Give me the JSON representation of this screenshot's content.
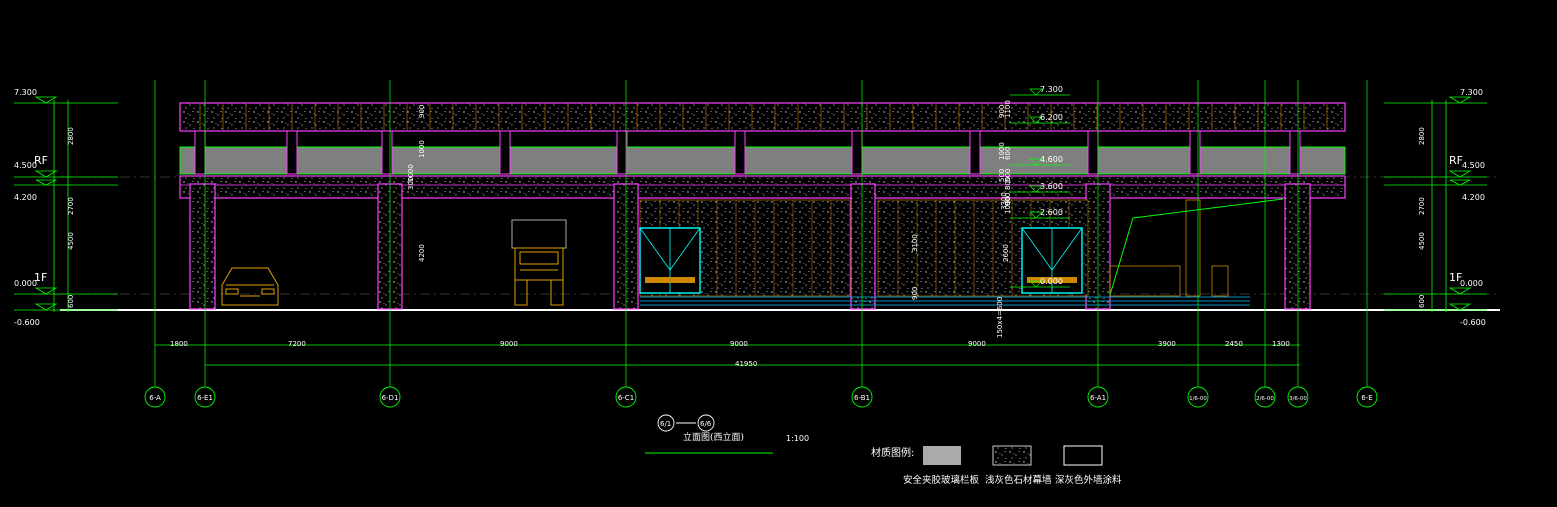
{
  "title": {
    "axes_tag_left": "6/1",
    "axes_tag_right": "6/6",
    "name": "立面图(西立面)",
    "scale": "1:100"
  },
  "levels_left": [
    {
      "value": "7.300"
    },
    {
      "value": "RF"
    },
    {
      "value": "4.500"
    },
    {
      "value": "4.200"
    },
    {
      "value": "1F"
    },
    {
      "value": "0.000"
    },
    {
      "value": "-0.600"
    }
  ],
  "levels_right": [
    {
      "value": "7.300"
    },
    {
      "value": "RF"
    },
    {
      "value": "4.500"
    },
    {
      "value": "4.200"
    },
    {
      "value": "1F"
    },
    {
      "value": "0.000"
    },
    {
      "value": "-0.600"
    }
  ],
  "mid_levels": [
    "7.300",
    "6.200",
    "4.600",
    "3.600",
    "2.600",
    "0.000"
  ],
  "left_vertical_dims": [
    "2800",
    "2700",
    "4500",
    "600"
  ],
  "right_vertical_dims": [
    "2800",
    "2700",
    "4500",
    "600"
  ],
  "inner_vertical_dims": [
    "900",
    "1000",
    "1000",
    "300",
    "4200",
    "900",
    "1000",
    "500",
    "3300",
    "3100",
    "900",
    "1100",
    "600",
    "500",
    "900",
    "1000",
    "800",
    "2600",
    "150x4=600"
  ],
  "horizontal_dims": [
    "1800",
    "7200",
    "9000",
    "9000",
    "9000",
    "3900",
    "2450",
    "1300"
  ],
  "total_dim": "41950",
  "axes": [
    "6-A",
    "6-E1",
    "6-D1",
    "6-C1",
    "6-B1",
    "6-A1",
    "1/6-00",
    "2/6-00",
    "3/6-00",
    "6-E"
  ],
  "legend": {
    "title": "材质图例:",
    "items": [
      {
        "label": "安全夹胶玻璃栏板",
        "swatch": "gray"
      },
      {
        "label": "浅灰色石材幕墙",
        "swatch": "stone"
      },
      {
        "label": "深灰色外墙涂料",
        "swatch": "outline"
      }
    ]
  },
  "colors": {
    "background": "#000000",
    "dim_line": "#00ff00",
    "frame": "#ff40ff",
    "glass": "#7f7f7f",
    "door": "#00ffff",
    "detail": "#cc8800",
    "axis": "#00ff00"
  }
}
